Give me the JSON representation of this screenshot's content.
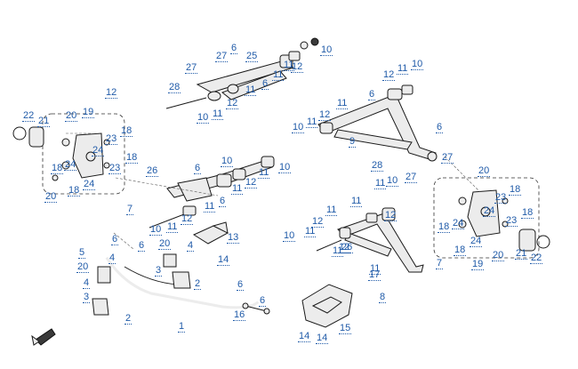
{
  "diagram": {
    "type": "exploded-parts-diagram",
    "callouts": [
      {
        "label": "1"
      },
      {
        "label": "2"
      },
      {
        "label": "2"
      },
      {
        "label": "3"
      },
      {
        "label": "3"
      },
      {
        "label": "4"
      },
      {
        "label": "4"
      },
      {
        "label": "4"
      },
      {
        "label": "5"
      },
      {
        "label": "6"
      },
      {
        "label": "6"
      },
      {
        "label": "6"
      },
      {
        "label": "6"
      },
      {
        "label": "6"
      },
      {
        "label": "6"
      },
      {
        "label": "6"
      },
      {
        "label": "6"
      },
      {
        "label": "6"
      },
      {
        "label": "6"
      },
      {
        "label": "7"
      },
      {
        "label": "7"
      },
      {
        "label": "8"
      },
      {
        "label": "9"
      },
      {
        "label": "10"
      },
      {
        "label": "10"
      },
      {
        "label": "10"
      },
      {
        "label": "10"
      },
      {
        "label": "10"
      },
      {
        "label": "10"
      },
      {
        "label": "10"
      },
      {
        "label": "10"
      },
      {
        "label": "10"
      },
      {
        "label": "11"
      },
      {
        "label": "11"
      },
      {
        "label": "11"
      },
      {
        "label": "11"
      },
      {
        "label": "11"
      },
      {
        "label": "11"
      },
      {
        "label": "11"
      },
      {
        "label": "11"
      },
      {
        "label": "11"
      },
      {
        "label": "11"
      },
      {
        "label": "11"
      },
      {
        "label": "11"
      },
      {
        "label": "11"
      },
      {
        "label": "11"
      },
      {
        "label": "11"
      },
      {
        "label": "11"
      },
      {
        "label": "11"
      },
      {
        "label": "12"
      },
      {
        "label": "12"
      },
      {
        "label": "12"
      },
      {
        "label": "12"
      },
      {
        "label": "12"
      },
      {
        "label": "12"
      },
      {
        "label": "12"
      },
      {
        "label": "12"
      },
      {
        "label": "12"
      },
      {
        "label": "12"
      },
      {
        "label": "13"
      },
      {
        "label": "14"
      },
      {
        "label": "14"
      },
      {
        "label": "14"
      },
      {
        "label": "15"
      },
      {
        "label": "16"
      },
      {
        "label": "17"
      },
      {
        "label": "18"
      },
      {
        "label": "18"
      },
      {
        "label": "18"
      },
      {
        "label": "18"
      },
      {
        "label": "18"
      },
      {
        "label": "18"
      },
      {
        "label": "18"
      },
      {
        "label": "18"
      },
      {
        "label": "19"
      },
      {
        "label": "19"
      },
      {
        "label": "20"
      },
      {
        "label": "20"
      },
      {
        "label": "20"
      },
      {
        "label": "20"
      },
      {
        "label": "20"
      },
      {
        "label": "20"
      },
      {
        "label": "21"
      },
      {
        "label": "21"
      },
      {
        "label": "22"
      },
      {
        "label": "22"
      },
      {
        "label": "23"
      },
      {
        "label": "23"
      },
      {
        "label": "23"
      },
      {
        "label": "23"
      },
      {
        "label": "24"
      },
      {
        "label": "24"
      },
      {
        "label": "24"
      },
      {
        "label": "24"
      },
      {
        "label": "24"
      },
      {
        "label": "24"
      },
      {
        "label": "25"
      },
      {
        "label": "26"
      },
      {
        "label": "26"
      },
      {
        "label": "27"
      },
      {
        "label": "27"
      },
      {
        "label": "27"
      },
      {
        "label": "27"
      },
      {
        "label": "28"
      },
      {
        "label": "28"
      }
    ]
  }
}
